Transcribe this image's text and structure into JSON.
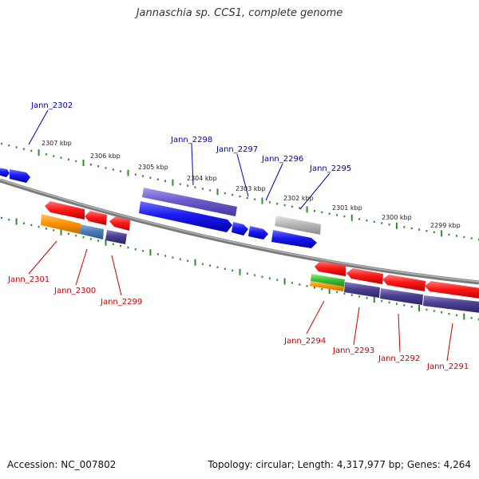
{
  "title": "Jannaschia sp. CCS1, complete genome",
  "footer": {
    "accession": "Accession: NC_007802",
    "summary": "Topology: circular; Length: 4,317,977 bp; Genes: 4,264"
  },
  "colors": {
    "forward_label": "#0000bb",
    "reverse_label": "#cc0000",
    "backbone": "#7a7a7a",
    "tick": "#2e8b2e",
    "scale_text": "#222222"
  },
  "scale_labels": [
    "2307 kbp",
    "2306 kbp",
    "2305 kbp",
    "2304 kbp",
    "2303 kbp",
    "2302 kbp",
    "2301 kbp",
    "2300 kbp",
    "2299 kbp"
  ],
  "genes_forward": [
    {
      "label": "Jann_2302",
      "color": "#1a1aee"
    },
    {
      "label": "Jann_2298",
      "color": "#6a5acd"
    },
    {
      "label": "Jann_2297",
      "color": "#1a1aee"
    },
    {
      "label": "Jann_2296",
      "color": "#1a1aee"
    },
    {
      "label": "Jann_2295",
      "color": "#b0b0b0"
    }
  ],
  "genes_reverse": [
    {
      "label": "Jann_2301",
      "color": "#ff1a1a"
    },
    {
      "label": "Jann_2300",
      "color": "#ff1a1a"
    },
    {
      "label": "Jann_2299",
      "color": "#ff1a1a"
    },
    {
      "label": "Jann_2294",
      "color": "#ff1a1a"
    },
    {
      "label": "Jann_2293",
      "color": "#ff1a1a"
    },
    {
      "label": "Jann_2292",
      "color": "#ff1a1a"
    },
    {
      "label": "Jann_2291",
      "color": "#ff1a1a"
    }
  ]
}
